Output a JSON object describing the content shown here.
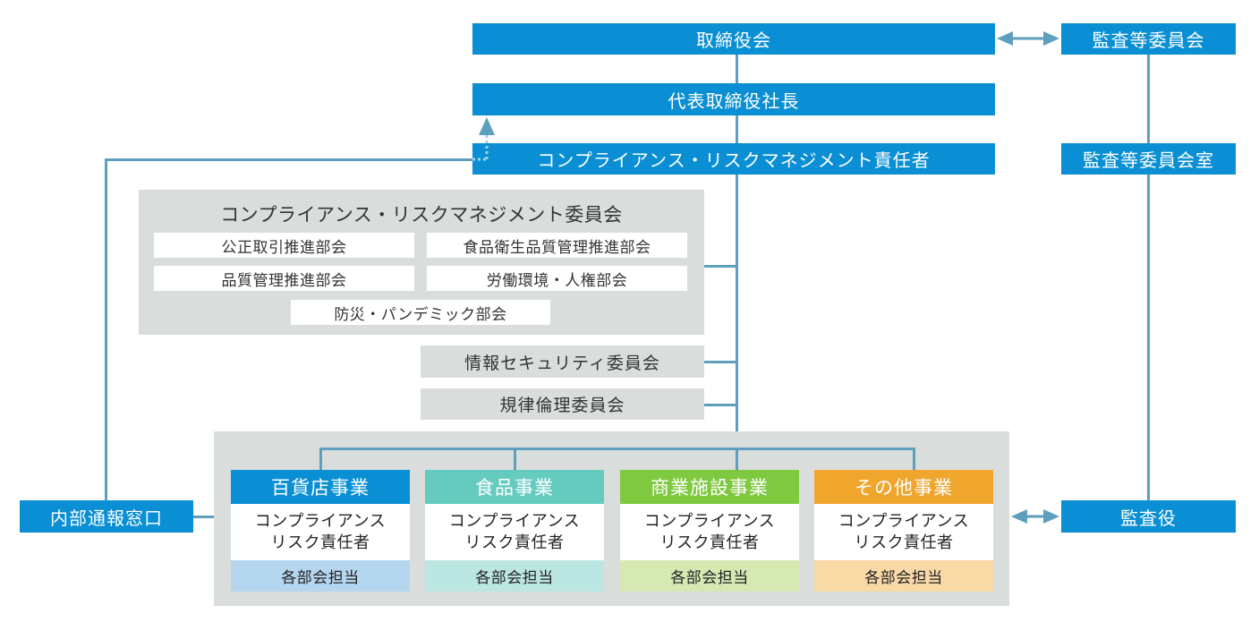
{
  "top": {
    "board": "取締役会",
    "president": "代表取締役社長",
    "crm_officer": "コンプライアンス・リスクマネジメント責任者"
  },
  "audit": {
    "committee": "監査等委員会",
    "committee_office": "監査等委員会室",
    "auditor": "監査役"
  },
  "whistleblower": "内部通報窓口",
  "crm_committee": {
    "title": "コンプライアンス・リスクマネジメント委員会",
    "subcommittees": [
      "公正取引推進部会",
      "食品衛生品質管理推進部会",
      "品質管理推進部会",
      "労働環境・人権部会",
      "防災・パンデミック部会"
    ]
  },
  "other_committees": [
    "情報セキュリティ委員会",
    "規律倫理委員会"
  ],
  "businesses": [
    {
      "name": "百貨店事業",
      "officer_line1": "コンプライアンス",
      "officer_line2": "リスク責任者",
      "staff": "各部会担当",
      "color": "#0a8fd4",
      "light": "#b5d6ef"
    },
    {
      "name": "食品事業",
      "officer_line1": "コンプライアンス",
      "officer_line2": "リスク責任者",
      "staff": "各部会担当",
      "color": "#66cbbf",
      "light": "#bce6e1"
    },
    {
      "name": "商業施設事業",
      "officer_line1": "コンプライアンス",
      "officer_line2": "リスク責任者",
      "staff": "各部会担当",
      "color": "#7ec93f",
      "light": "#d6e9b3"
    },
    {
      "name": "その他事業",
      "officer_line1": "コンプライアンス",
      "officer_line2": "リスク責任者",
      "staff": "各部会担当",
      "color": "#f0a52c",
      "light": "#f9d9a6"
    }
  ],
  "colors": {
    "primary_blue": "#0a8fd4",
    "connector": "#5e9fbd",
    "panel_grey": "#d9dedc"
  }
}
